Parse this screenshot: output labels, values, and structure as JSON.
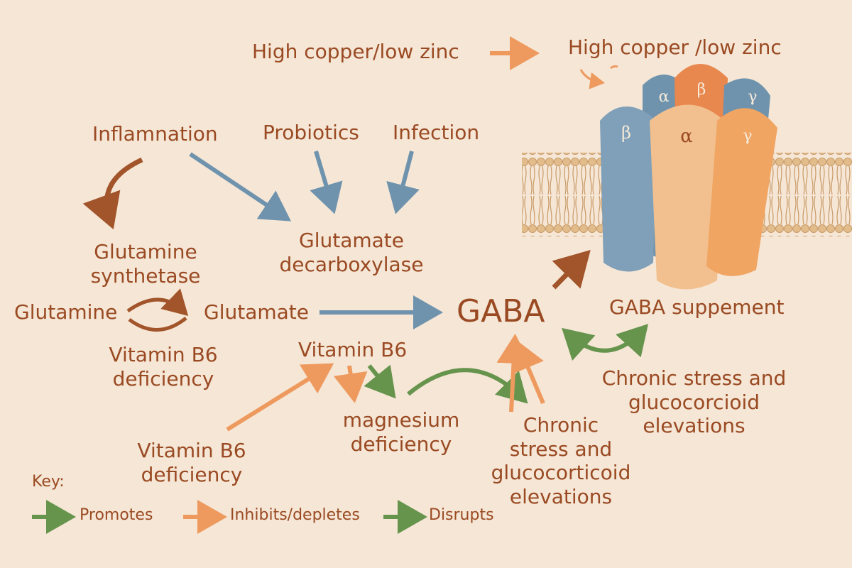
{
  "colors": {
    "background": "#f5e6d6",
    "text": "#9a4a22",
    "blue_arrow": "#6f93ad",
    "orange_arrow": "#ee9a5e",
    "green_arrow": "#66944d",
    "brown_arrow": "#a2542a",
    "subunit_blue": "#6f93ad",
    "subunit_orange": "#e8874e",
    "subunit_peach": "#f2c08f"
  },
  "labels": {
    "high_copper_left": "High copper/low zinc",
    "high_copper_right": "High copper /low zinc",
    "inflammation": "Inflamnation",
    "probiotics": "Probiotics",
    "infection": "Infection",
    "glutamine_synthetase": [
      "Glutamine",
      "synthetase"
    ],
    "glutamate_decarboxylase": [
      "Glutamate",
      "decarboxylase"
    ],
    "glutamine": "Glutamine",
    "glutamate": "Glutamate",
    "gaba": "GABA",
    "gaba_supplement": "GABA suppement",
    "vitamin_b6_deficiency_left": [
      "Vitamin B6",
      "deficiency"
    ],
    "vitamin_b6_center": "Vitamin B6",
    "vitamin_b6_deficiency_bottom": [
      "Vitamin B6",
      "deficiency"
    ],
    "magnesium_deficiency": [
      "magnesium",
      "deficiency"
    ],
    "chronic_stress_center": [
      "Chronic",
      "stress and",
      "glucocorticoid",
      "elevations"
    ],
    "chronic_stress_right": [
      "Chronic stress and",
      "glucocorcioid",
      "elevations"
    ]
  },
  "receptor": {
    "subunits": [
      "α",
      "β",
      "γ",
      "β",
      "α",
      "γ"
    ],
    "icon": "gaba-a-receptor-membrane-icon"
  },
  "key": {
    "title": "Key:",
    "items": [
      {
        "label": "Promotes",
        "color": "#66944d"
      },
      {
        "label": "Inhibits/depletes",
        "color": "#ee9a5e"
      },
      {
        "label": "Disrupts",
        "color": "#66944d"
      }
    ]
  }
}
